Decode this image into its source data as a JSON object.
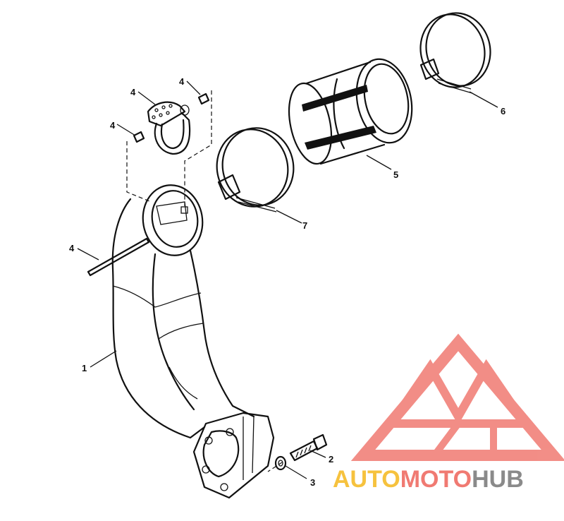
{
  "callouts": [
    {
      "id": "c1",
      "text": "1"
    },
    {
      "id": "c2",
      "text": "2"
    },
    {
      "id": "c3",
      "text": "3"
    },
    {
      "id": "c4a",
      "text": "4"
    },
    {
      "id": "c4b",
      "text": "4"
    },
    {
      "id": "c4c",
      "text": "4"
    },
    {
      "id": "c4d",
      "text": "4"
    },
    {
      "id": "c5",
      "text": "5"
    },
    {
      "id": "c6",
      "text": "6"
    },
    {
      "id": "c7",
      "text": "7"
    }
  ],
  "watermark": {
    "auto": "AUTO",
    "moto": "MOTO",
    "hub": "HUB",
    "colors": {
      "logo": "#f07a72",
      "auto": "#f6c23e",
      "moto": "#f07a72",
      "hub": "#8a8a8a"
    }
  }
}
